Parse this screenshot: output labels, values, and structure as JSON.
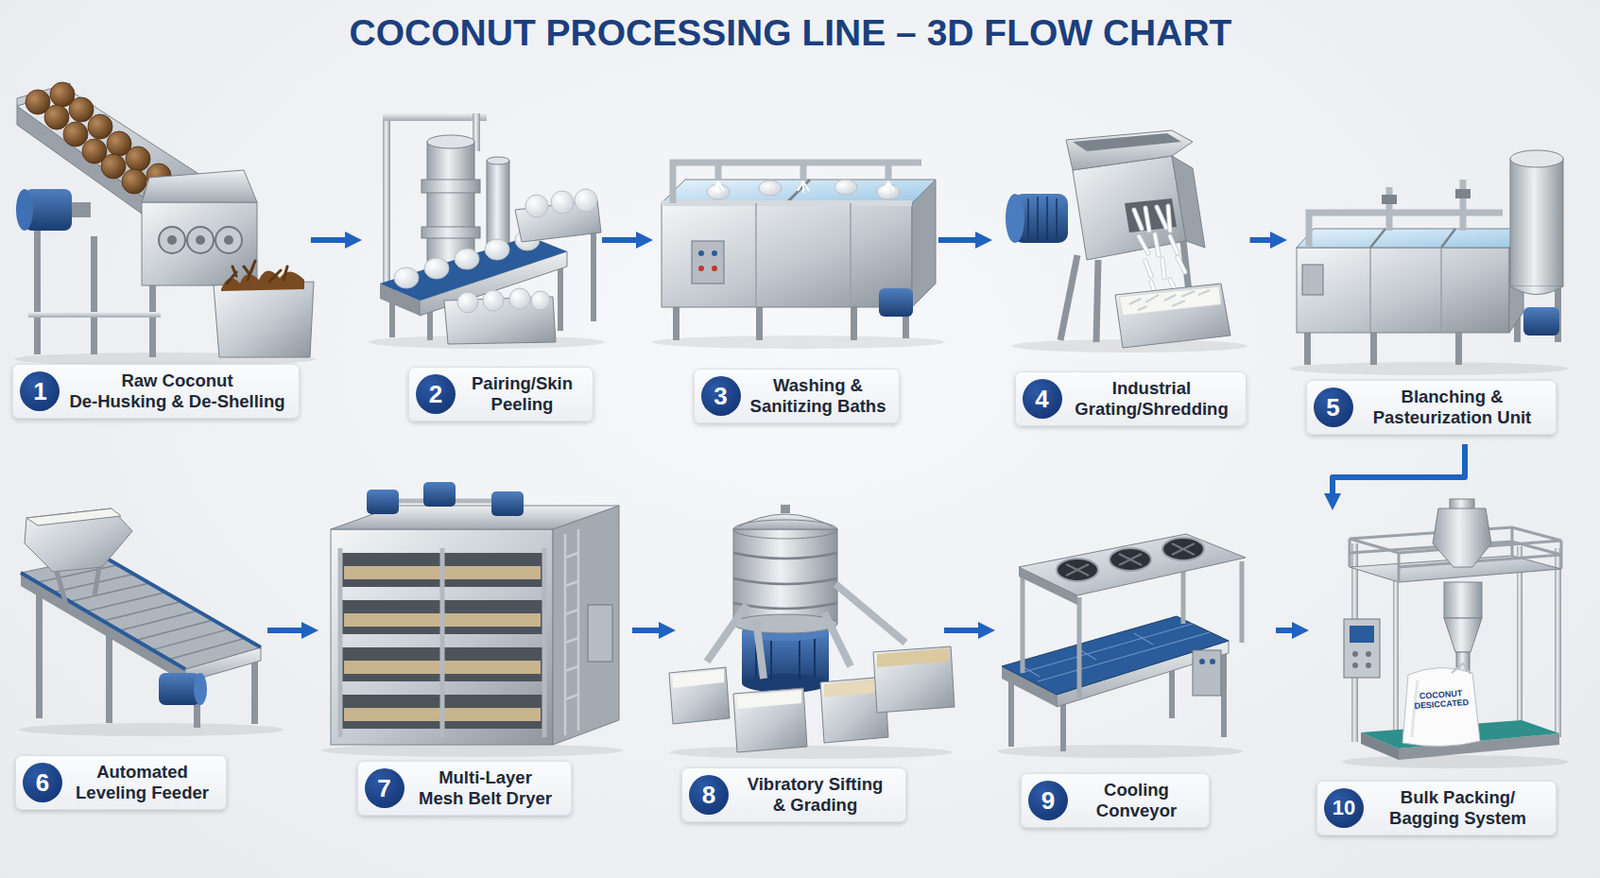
{
  "diagram": {
    "title": "COCONUT PROCESSING LINE – 3D FLOW CHART",
    "nodes": [
      {
        "text": [
          "1",
          "Raw Coconut De-Husking & De-Shelling"
        ]
      },
      {
        "text": [
          "2",
          "Pairing/Skin Peeling"
        ]
      },
      {
        "text": [
          "3",
          "Washing & Sanitizing Baths"
        ]
      },
      {
        "text": [
          "4",
          "Industrial Grating/Shredding"
        ]
      },
      {
        "text": [
          "5",
          "Blanching & Pasteurization Unit"
        ]
      },
      {
        "text": [
          "6",
          "Automated Leveling Feeder"
        ]
      },
      {
        "text": [
          "7",
          "Multi-Layer Mesh Belt Dryer"
        ]
      },
      {
        "text": [
          "8",
          "Vibratory Sifting & Grading"
        ]
      },
      {
        "text": [
          "9",
          "Cooling Conveyor"
        ]
      },
      {
        "text": [
          "10",
          "Bulk Packing/ Bagging System"
        ]
      }
    ],
    "edges": [
      {
        "from": 0,
        "to": 1,
        "arrow": "to"
      },
      {
        "from": 1,
        "to": 2,
        "arrow": "to"
      },
      {
        "from": 2,
        "to": 3,
        "arrow": "to"
      },
      {
        "from": 3,
        "to": 4,
        "arrow": "to"
      },
      {
        "from": 4,
        "to": 9,
        "arrow": "to"
      },
      {
        "from": 5,
        "to": 6,
        "arrow": "to"
      },
      {
        "from": 6,
        "to": 7,
        "arrow": "to"
      },
      {
        "from": 7,
        "to": 8,
        "arrow": "to"
      },
      {
        "from": 8,
        "to": 9,
        "arrow": "to"
      }
    ],
    "labels": [
      "COCONUT DESICCATED"
    ]
  }
}
